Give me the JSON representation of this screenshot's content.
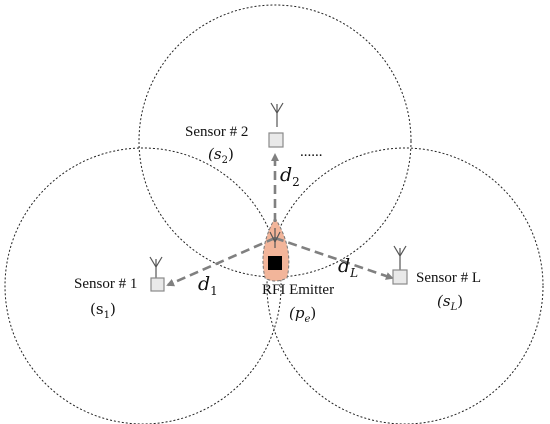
{
  "sensors": {
    "s1": {
      "label": "Sensor # 1",
      "symbol": "(s",
      "subscript": "1",
      "close": ")"
    },
    "s2": {
      "label": "Sensor # 2",
      "symbol": "(s",
      "subscript": "2",
      "close": ")"
    },
    "sL": {
      "label": "Sensor # L",
      "symbol": "(s",
      "subscript": "L",
      "close": ")"
    }
  },
  "emitter": {
    "label": "RFI Emitter",
    "symbol": "(p",
    "subscript": "e",
    "close": ")"
  },
  "distances": {
    "d1": {
      "base": "d",
      "subscript": "1"
    },
    "d2": {
      "base": "d",
      "subscript": "2"
    },
    "dL": {
      "base": "d",
      "subscript": "L"
    }
  },
  "ellipsis": "......",
  "colors": {
    "arrow": "#808080",
    "uncertainty_region": "#f2b59a",
    "emitter": "#000000"
  }
}
